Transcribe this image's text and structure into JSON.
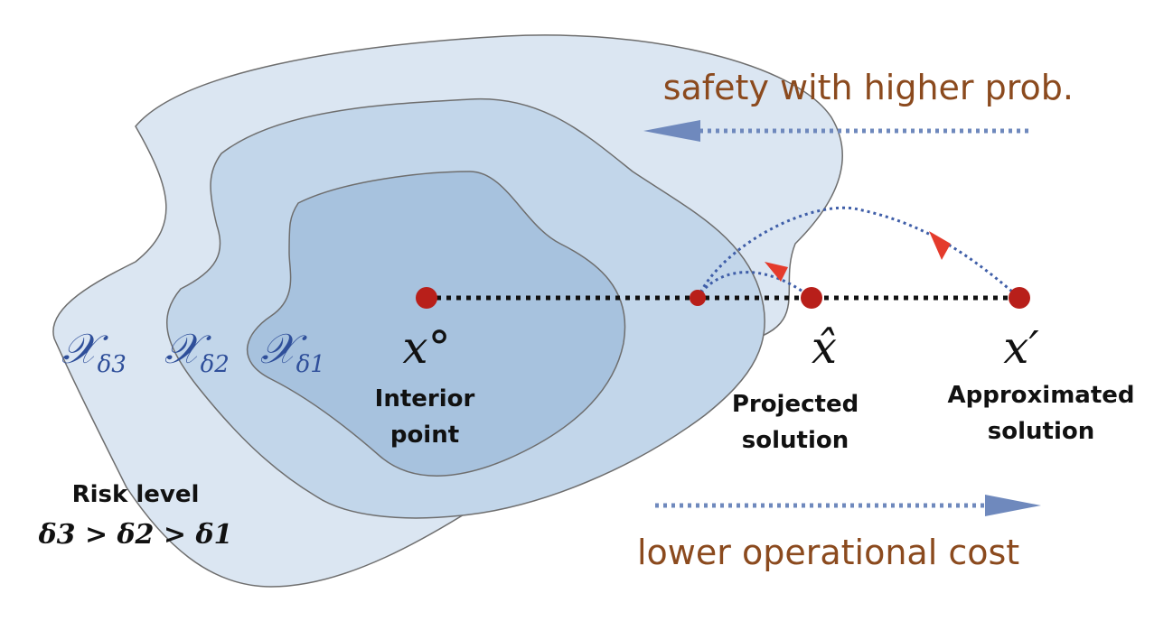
{
  "colors": {
    "region_outer": "#dbe6f2",
    "region_middle": "#c2d6ea",
    "region_inner": "#a7c2de",
    "region_stroke": "#6e6e6e",
    "region_label": "#2f4f9a",
    "arrow_blue": "#6f89bd",
    "path_dotted": "#3f5ea8",
    "point_red": "#b81f1a",
    "arrowhead_red": "#e43b2c",
    "caption_brown": "#8b4a1e",
    "text_black": "#111111"
  },
  "regions": {
    "outer": {
      "symbol": "𝒳",
      "subscript": "δ3"
    },
    "middle": {
      "symbol": "𝒳",
      "subscript": "δ2"
    },
    "inner": {
      "symbol": "𝒳",
      "subscript": "δ1"
    }
  },
  "points": {
    "interior": {
      "symbol": "x°",
      "caption_line1": "Interior",
      "caption_line2": "point"
    },
    "projected": {
      "symbol": "x̂",
      "caption_line1": "Projected",
      "caption_line2": "solution"
    },
    "approximated": {
      "symbol": "x′",
      "caption_line1": "Approximated",
      "caption_line2": "solution"
    }
  },
  "risk": {
    "title": "Risk level",
    "ordering": "δ3 > δ2 > δ1"
  },
  "arrows": {
    "top_label": "safety with higher prob.",
    "bottom_label": "lower operational cost"
  }
}
